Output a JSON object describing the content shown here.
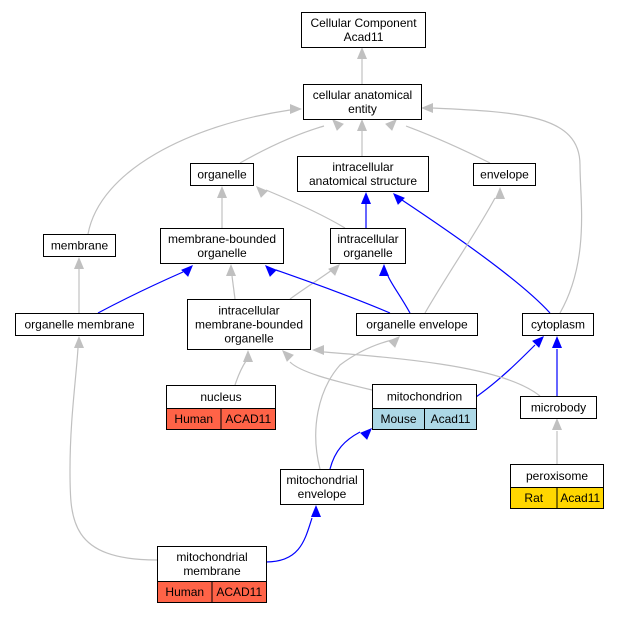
{
  "colors": {
    "edge_is_a": "#c0c0c0",
    "edge_part_of": "#0000ff",
    "species_human": "#ff6347",
    "species_mouse": "#add8e6",
    "species_rat": "#ffd700"
  },
  "nodes": {
    "root": {
      "lines": [
        "Cellular Component",
        "Acad11"
      ]
    },
    "cellular_anatomical_entity": {
      "lines": [
        "cellular anatomical",
        "entity"
      ]
    },
    "organelle": {
      "lines": [
        "organelle"
      ]
    },
    "intracellular_anatomical_structure": {
      "lines": [
        "intracellular",
        "anatomical structure"
      ]
    },
    "envelope": {
      "lines": [
        "envelope"
      ]
    },
    "membrane": {
      "lines": [
        "membrane"
      ]
    },
    "membrane_bounded_organelle": {
      "lines": [
        "membrane-bounded",
        "organelle"
      ]
    },
    "intracellular_organelle": {
      "lines": [
        "intracellular",
        "organelle"
      ]
    },
    "organelle_membrane": {
      "lines": [
        "organelle membrane"
      ]
    },
    "intracellular_membrane_bounded_organelle": {
      "lines": [
        "intracellular",
        "membrane-bounded",
        "organelle"
      ]
    },
    "organelle_envelope": {
      "lines": [
        "organelle envelope"
      ]
    },
    "cytoplasm": {
      "lines": [
        "cytoplasm"
      ]
    },
    "nucleus": {
      "lines": [
        "nucleus"
      ],
      "annotation": {
        "species": "Human",
        "gene": "ACAD11",
        "color": "#ff6347"
      }
    },
    "mitochondrion": {
      "lines": [
        "mitochondrion"
      ],
      "annotation": {
        "species": "Mouse",
        "gene": "Acad11",
        "color": "#add8e6"
      }
    },
    "microbody": {
      "lines": [
        "microbody"
      ]
    },
    "mitochondrial_envelope": {
      "lines": [
        "mitochondrial",
        "envelope"
      ]
    },
    "peroxisome": {
      "lines": [
        "peroxisome"
      ],
      "annotation": {
        "species": "Rat",
        "gene": "Acad11",
        "color": "#ffd700"
      }
    },
    "mitochondrial_membrane": {
      "lines": [
        "mitochondrial",
        "membrane"
      ],
      "annotation": {
        "species": "Human",
        "gene": "ACAD11",
        "color": "#ff6347"
      }
    }
  },
  "edges": [
    {
      "from": "cellular_anatomical_entity",
      "to": "root",
      "type": "is_a"
    },
    {
      "from": "organelle",
      "to": "cellular_anatomical_entity",
      "type": "is_a"
    },
    {
      "from": "intracellular_anatomical_structure",
      "to": "cellular_anatomical_entity",
      "type": "is_a"
    },
    {
      "from": "envelope",
      "to": "cellular_anatomical_entity",
      "type": "is_a"
    },
    {
      "from": "membrane",
      "to": "cellular_anatomical_entity",
      "type": "is_a"
    },
    {
      "from": "cytoplasm",
      "to": "cellular_anatomical_entity",
      "type": "is_a"
    },
    {
      "from": "membrane_bounded_organelle",
      "to": "organelle",
      "type": "is_a"
    },
    {
      "from": "intracellular_organelle",
      "to": "organelle",
      "type": "is_a"
    },
    {
      "from": "intracellular_organelle",
      "to": "intracellular_anatomical_structure",
      "type": "part_of"
    },
    {
      "from": "cytoplasm",
      "to": "intracellular_anatomical_structure",
      "type": "part_of"
    },
    {
      "from": "organelle_membrane",
      "to": "membrane",
      "type": "is_a"
    },
    {
      "from": "organelle_membrane",
      "to": "membrane_bounded_organelle",
      "type": "part_of"
    },
    {
      "from": "intracellular_membrane_bounded_organelle",
      "to": "membrane_bounded_organelle",
      "type": "is_a"
    },
    {
      "from": "intracellular_membrane_bounded_organelle",
      "to": "intracellular_organelle",
      "type": "is_a"
    },
    {
      "from": "organelle_envelope",
      "to": "membrane_bounded_organelle",
      "type": "part_of"
    },
    {
      "from": "organelle_envelope",
      "to": "intracellular_organelle",
      "type": "part_of"
    },
    {
      "from": "organelle_envelope",
      "to": "envelope",
      "type": "is_a"
    },
    {
      "from": "nucleus",
      "to": "intracellular_membrane_bounded_organelle",
      "type": "is_a"
    },
    {
      "from": "mitochondrion",
      "to": "intracellular_membrane_bounded_organelle",
      "type": "is_a"
    },
    {
      "from": "mitochondrion",
      "to": "cytoplasm",
      "type": "part_of"
    },
    {
      "from": "microbody",
      "to": "intracellular_membrane_bounded_organelle",
      "type": "is_a"
    },
    {
      "from": "microbody",
      "to": "cytoplasm",
      "type": "part_of"
    },
    {
      "from": "mitochondrial_envelope",
      "to": "organelle_envelope",
      "type": "is_a"
    },
    {
      "from": "mitochondrial_envelope",
      "to": "mitochondrion",
      "type": "part_of"
    },
    {
      "from": "peroxisome",
      "to": "microbody",
      "type": "is_a"
    },
    {
      "from": "mitochondrial_membrane",
      "to": "organelle_membrane",
      "type": "is_a"
    },
    {
      "from": "mitochondrial_membrane",
      "to": "mitochondrial_envelope",
      "type": "part_of"
    }
  ]
}
